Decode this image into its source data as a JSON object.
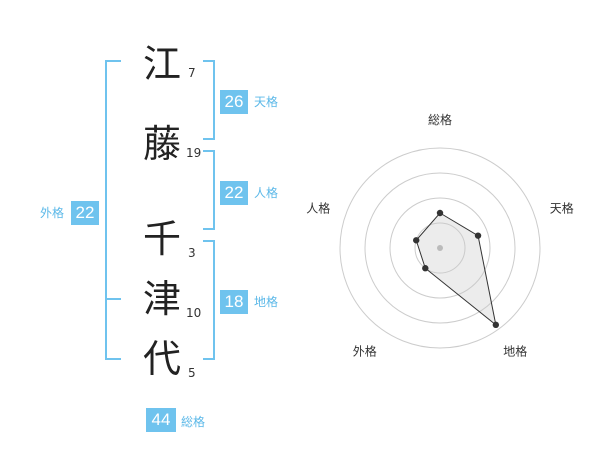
{
  "name_chars": [
    {
      "char": "江",
      "strokes": "7"
    },
    {
      "char": "藤",
      "strokes": "19"
    },
    {
      "char": "千",
      "strokes": "3"
    },
    {
      "char": "津",
      "strokes": "10"
    },
    {
      "char": "代",
      "strokes": "5"
    }
  ],
  "fortunes": {
    "tenkaku": {
      "value": "26",
      "label": "天格"
    },
    "jinkaku": {
      "value": "22",
      "label": "人格"
    },
    "chikaku": {
      "value": "18",
      "label": "地格"
    },
    "gaikaku": {
      "value": "22",
      "label": "外格"
    },
    "soukaku": {
      "value": "44",
      "label": "総格"
    }
  },
  "colors": {
    "accent": "#6fc3ee",
    "text": "#222222"
  },
  "chart_data": {
    "type": "radar",
    "axes": [
      "総格",
      "天格",
      "地格",
      "外格",
      "人格"
    ],
    "values": [
      0.35,
      0.4,
      0.95,
      0.25,
      0.25
    ],
    "rings": 4,
    "range": [
      0,
      1
    ]
  }
}
